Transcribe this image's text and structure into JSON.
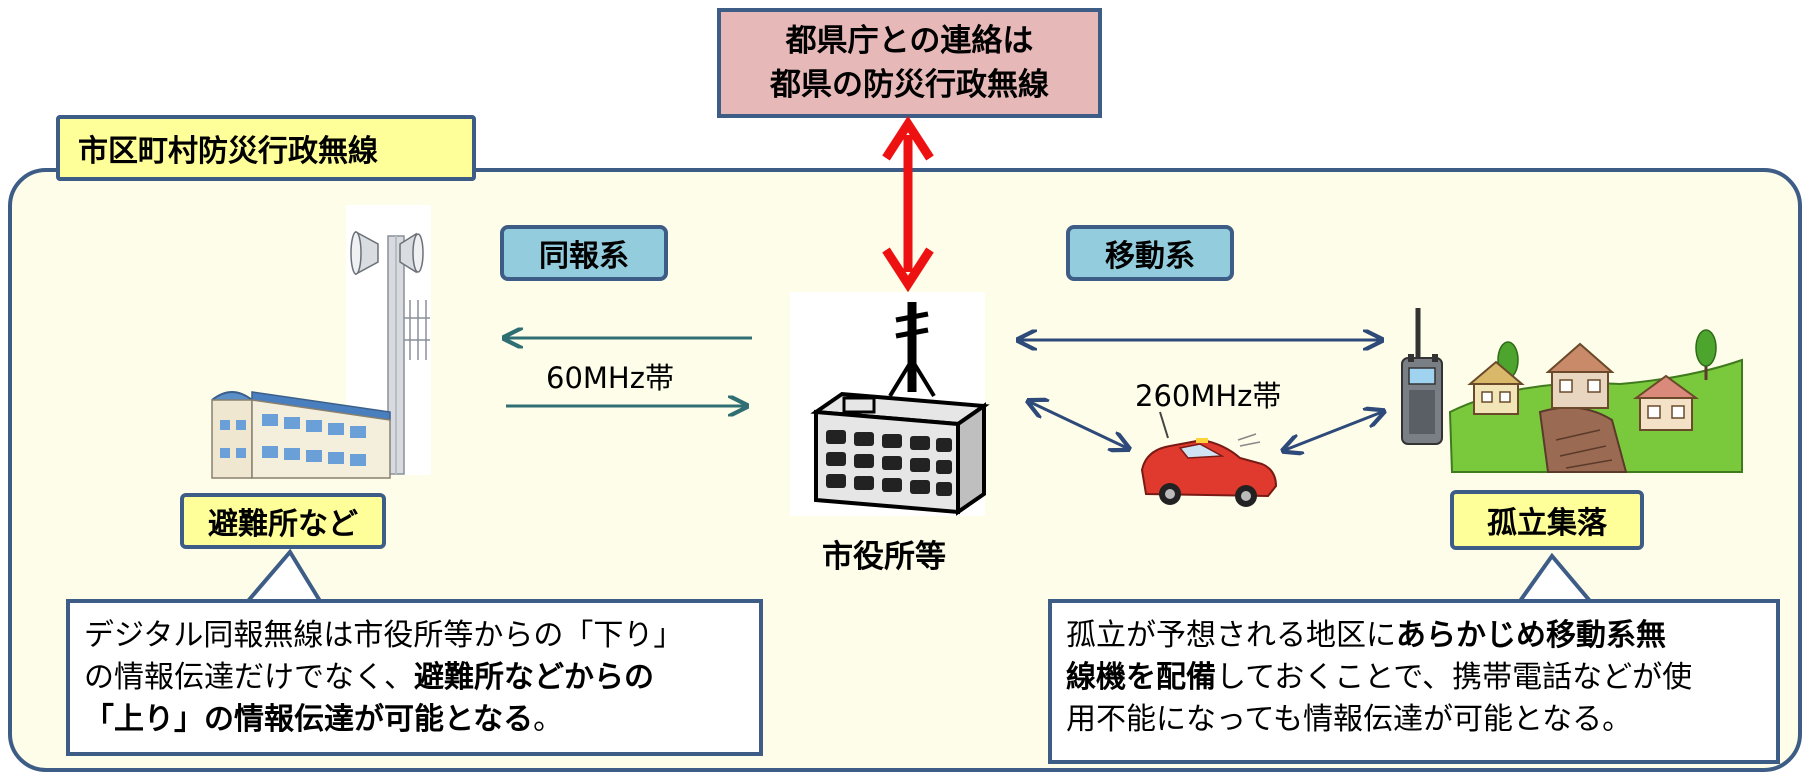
{
  "top_box": {
    "line1": "都県庁との連絡は",
    "line2": "都県の防災行政無線"
  },
  "title_tag": "市区町村防災行政無線",
  "systems": {
    "broadcast": "同報系",
    "mobile": "移動系"
  },
  "frequencies": {
    "broadcast": "60MHz帯",
    "mobile": "260MHz帯"
  },
  "nodes": {
    "shelter": "避難所など",
    "city_hall": "市役所等",
    "isolated": "孤立集落"
  },
  "notes": {
    "left": {
      "t1": "デジタル同報無線は市役所等からの「下り」",
      "t2": "の情報伝達だけでなく、",
      "b1": "避難所などからの",
      "b2": "「上り」の情報伝達が可能となる",
      "t3": "。"
    },
    "right": {
      "t1": "孤立が予想される地区に",
      "b1": "あらかじめ移動系無",
      "b2": "線機を配備",
      "t2": "しておくことで、携帯電話などが使",
      "t3": "用不能になっても情報伝達が可能となる。"
    }
  },
  "colors": {
    "panel_border": "#3d5c86",
    "panel_fill": "#fdfde9",
    "label_fill": "#ffff99",
    "system_fill": "#93cddd",
    "top_box_fill": "#e6b9b8",
    "link_arrow": "#ee1111",
    "flow_arrow": "#2f6f73",
    "mobile_arrow": "#2e4a7a"
  },
  "icons": [
    "speaker-tower-icon",
    "school-building-icon",
    "city-hall-antenna-icon",
    "patrol-car-icon",
    "walkie-talkie-icon",
    "village-houses-icon"
  ]
}
